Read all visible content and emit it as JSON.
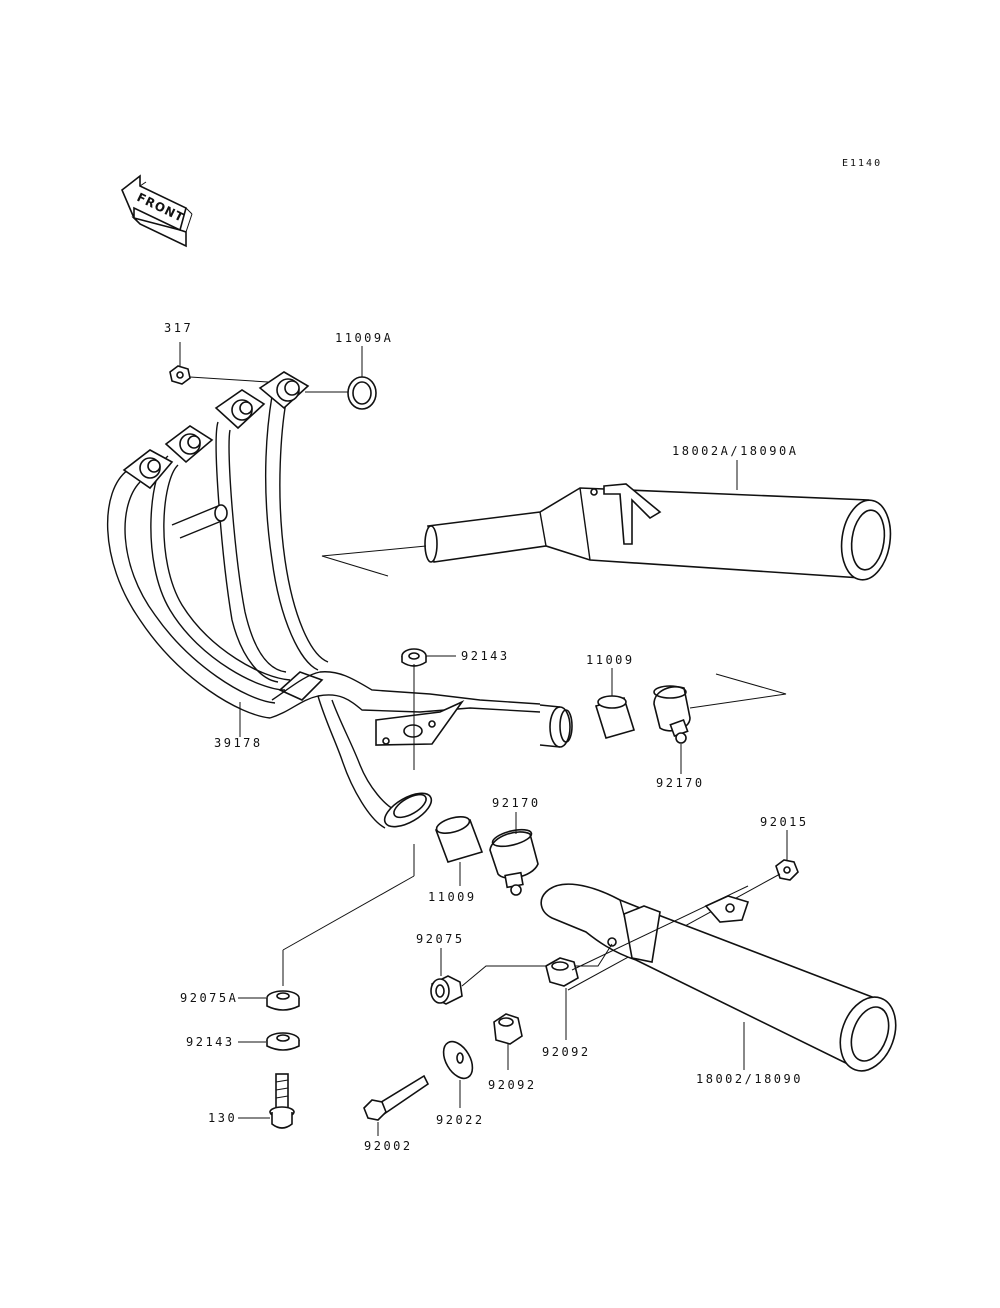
{
  "diagram_code": "E1140",
  "front_indicator": {
    "label": "FRONT"
  },
  "parts": {
    "p317": "317",
    "p11009A": "11009A",
    "p18002A": "18002A/18090A",
    "p92143_top": "92143",
    "p11009_top": "11009",
    "p39178": "39178",
    "p92170_right": "92170",
    "p92170_mid": "92170",
    "p92015": "92015",
    "p11009_mid": "11009",
    "p92075": "92075",
    "p92075A": "92075A",
    "p92143_bot": "92143",
    "p130": "130",
    "p92092_mid": "92092",
    "p92092_right": "92092",
    "p18002": "18002/18090",
    "p92022": "92022",
    "p92002": "92002"
  }
}
